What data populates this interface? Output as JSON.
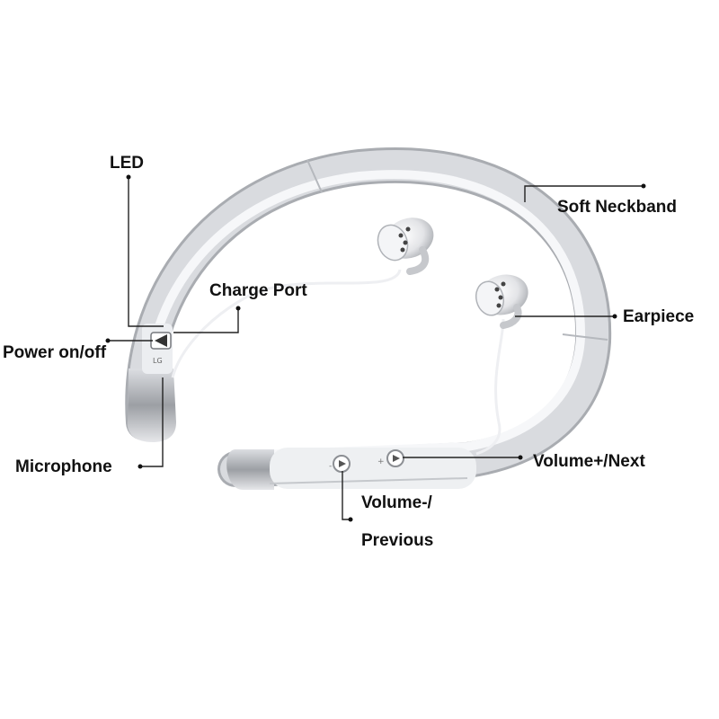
{
  "labels": {
    "led": "LED",
    "soft_neckband": "Soft Neckband",
    "charge_port": "Charge Port",
    "earpiece": "Earpiece",
    "power": "Power on/off",
    "microphone": "Microphone",
    "volume_plus": "Volume+/Next",
    "volume_minus_line1": "Volume-/",
    "volume_minus_line2": "Previous",
    "side_mark": "LG"
  },
  "colors": {
    "band_light": "#f2f3f5",
    "band_mid": "#d3d5d9",
    "band_dark": "#9ea1a6",
    "leader_line": "#222222",
    "text": "#111111",
    "background": "#ffffff"
  },
  "icons": [
    "neckband-headset",
    "earbud",
    "button-play-icon",
    "leader-line-dot"
  ]
}
